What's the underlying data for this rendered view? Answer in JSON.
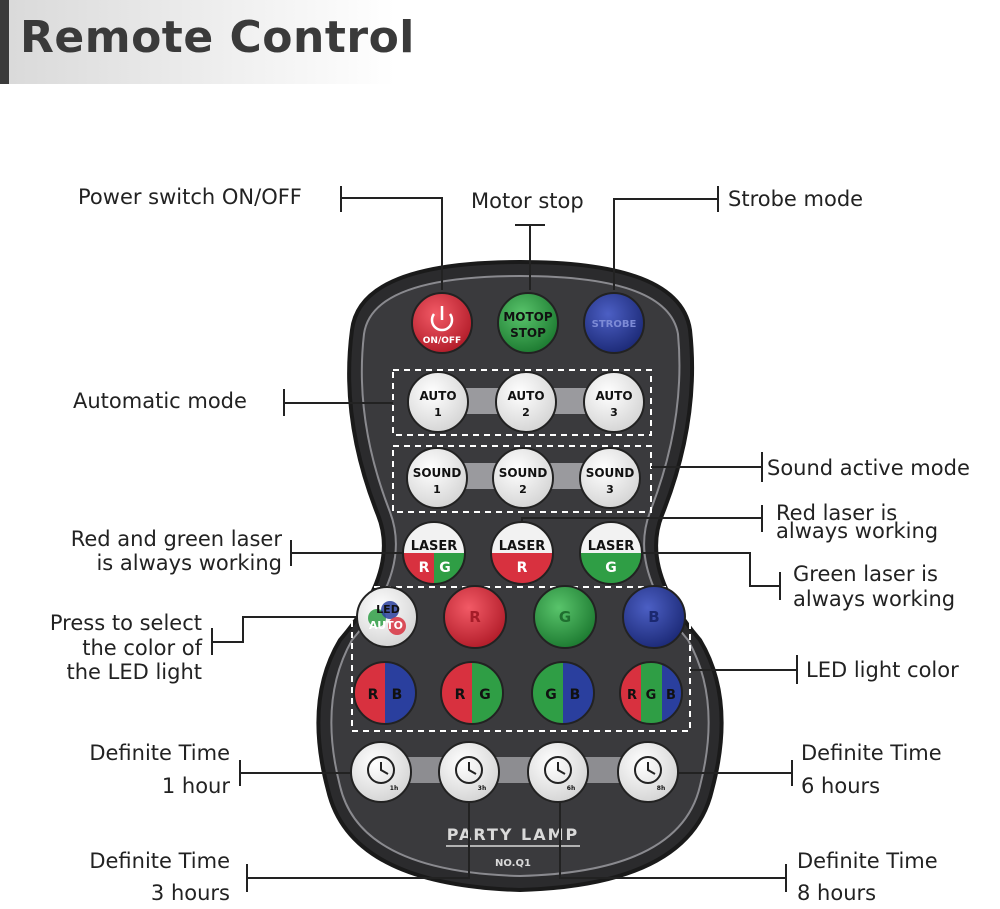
{
  "header": {
    "title": "Remote Control"
  },
  "remote": {
    "brand": "PARTY LAMP",
    "model": "NO.Q1",
    "buttons": {
      "power_main": "ON/OFF",
      "motor_top": "MOTOP",
      "motor_bottom": "STOP",
      "strobe": "STROBE",
      "auto_label": "AUTO",
      "auto_1": "1",
      "auto_2": "2",
      "auto_3": "3",
      "sound_label": "SOUND",
      "sound_1": "1",
      "sound_2": "2",
      "sound_3": "3",
      "laser_label": "LASER",
      "laser_rg_r": "R",
      "laser_rg_g": "G",
      "laser_r": "R",
      "laser_g": "G",
      "led_auto_top": "LED",
      "led_auto_bottom": "AUTO",
      "r": "R",
      "g": "G",
      "b": "B",
      "rb_r": "R",
      "rb_b": "B",
      "rg_r": "R",
      "rg_g": "G",
      "gb_g": "G",
      "gb_b": "B",
      "rgb_r": "R",
      "rgb_g": "G",
      "rgb_b": "B",
      "t1": "1h",
      "t3": "3h",
      "t6": "6h",
      "t8": "8h"
    }
  },
  "labels": {
    "power": "Power switch ON/OFF",
    "motor": "Motor stop",
    "strobe": "Strobe mode",
    "automatic": "Automatic mode",
    "sound": "Sound active mode",
    "red_laser_1": "Red  laser is",
    "red_laser_2": "always working",
    "rg_laser_1": "Red and green laser",
    "rg_laser_2": "is always working",
    "green_laser_1": "Green laser is",
    "green_laser_2": "always working",
    "press_1": "Press to select",
    "press_2": "the color of",
    "press_3": "the LED light",
    "led_color": "LED light color",
    "t1_1": "Definite Time",
    "t1_2": "1 hour",
    "t6_1": "Definite Time",
    "t6_2": "6 hours",
    "t3_1": "Definite Time",
    "t3_2": "3 hours",
    "t8_1": "Definite Time",
    "t8_2": "8 hours"
  },
  "colors": {
    "red": "#d8313f",
    "green": "#2f9e45",
    "blue": "#2a3f9e",
    "body": "#2b2b2d"
  }
}
